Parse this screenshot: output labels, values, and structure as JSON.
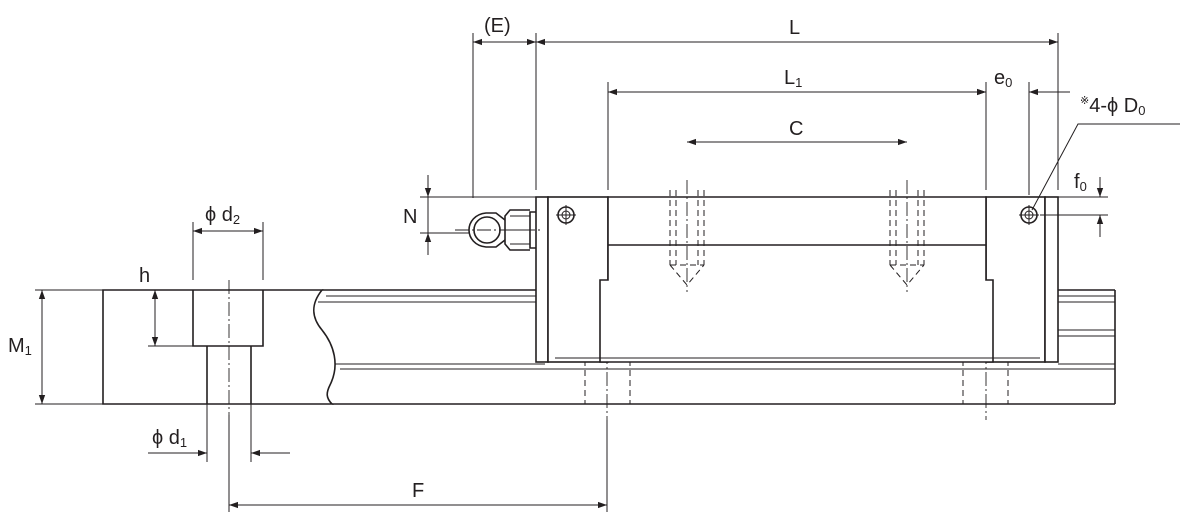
{
  "labels": {
    "E": "(E)",
    "L": "L",
    "L1": {
      "main": "L",
      "sub": "1"
    },
    "e0": {
      "main": "e",
      "sub": "0"
    },
    "D0": {
      "prefix": "※",
      "main": "4-ϕ D",
      "sub": "0"
    },
    "C": "C",
    "N": "N",
    "f0": {
      "main": "f",
      "sub": "0"
    },
    "d2": {
      "main": "ϕ d",
      "sub": "2"
    },
    "h": "h",
    "M1": {
      "main": "M",
      "sub": "1"
    },
    "d1": {
      "main": "ϕ d",
      "sub": "1"
    },
    "F": "F"
  },
  "colors": {
    "line": "#231f20",
    "background": "#ffffff"
  }
}
